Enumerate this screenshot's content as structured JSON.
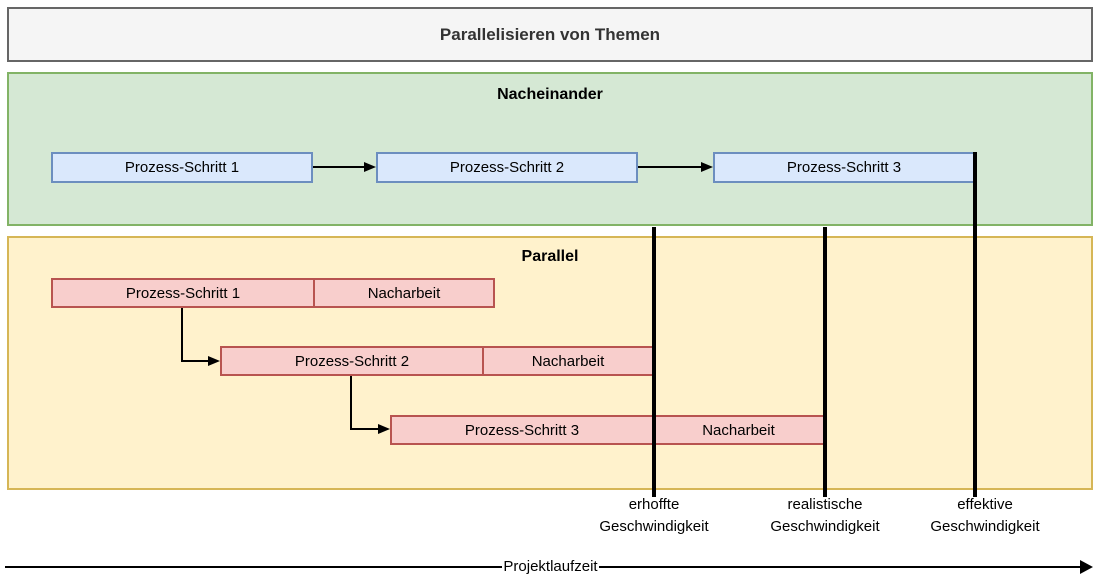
{
  "title": "Parallelisieren von Themen",
  "sections": {
    "sequential": {
      "label": "Nacheinander",
      "steps": [
        "Prozess-Schritt 1",
        "Prozess-Schritt 2",
        "Prozess-Schritt 3"
      ]
    },
    "parallel": {
      "label": "Parallel",
      "rows": [
        {
          "step": "Prozess-Schritt 1",
          "rework": "Nacharbeit"
        },
        {
          "step": "Prozess-Schritt 2",
          "rework": "Nacharbeit"
        },
        {
          "step": "Prozess-Schritt 3",
          "rework": "Nacharbeit"
        }
      ]
    }
  },
  "milestones": [
    {
      "line1": "erhoffte",
      "line2": "Geschwindigkeit"
    },
    {
      "line1": "realistische",
      "line2": "Geschwindigkeit"
    },
    {
      "line1": "effektive",
      "line2": "Geschwindigkeit"
    }
  ],
  "timeline_label": "Projektlaufzeit",
  "colors": {
    "title_fill": "#f5f5f5",
    "title_border": "#666666",
    "sequential_fill": "#d5e8d4",
    "sequential_border": "#82b366",
    "parallel_fill": "#fff2cc",
    "parallel_border": "#d6b656",
    "step_fill": "#dae8fc",
    "step_border": "#6c8ebf",
    "parallel_step_fill": "#f8cecc",
    "parallel_step_border": "#b85450",
    "line": "#000000"
  }
}
